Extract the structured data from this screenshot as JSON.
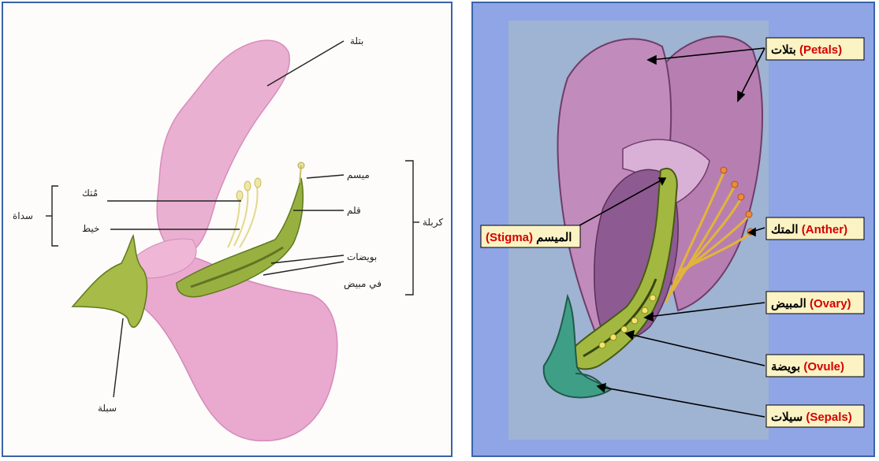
{
  "left_diagram": {
    "labels": {
      "petal": "بتلة",
      "stigma": "ميسم",
      "style": "قلم",
      "ovules": "بويضات",
      "in_ovary": "في مبيض",
      "carpel": "كربلة",
      "anther": "مُتك",
      "filament": "خيط",
      "stamen": "سداة",
      "sepal": "سبلة"
    }
  },
  "right_diagram": {
    "labels": [
      {
        "ar": "بتلات",
        "en": "(Petals)"
      },
      {
        "ar": "المتك",
        "en": "(Anther)"
      },
      {
        "ar": "الميسم",
        "en": "(Stigma)"
      },
      {
        "ar": "المبيض",
        "en": "(Ovary)"
      },
      {
        "ar": "بويضة",
        "en": "(Ovule)"
      },
      {
        "ar": "سيلات",
        "en": "(Sepals)"
      }
    ]
  },
  "colors": {
    "petal_pink": "#e9a6cf",
    "ovary_green": "#8fa83a",
    "right_bg": "#8fa5e6",
    "label_bg": "#fbf3c4",
    "label_red": "#d60000"
  }
}
